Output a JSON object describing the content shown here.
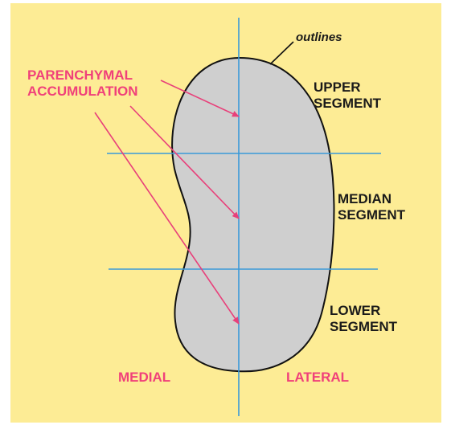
{
  "labels": {
    "outlines": "outlines",
    "parenchymal_1": "PARENCHYMAL",
    "parenchymal_2": "ACCUMULATION",
    "upper_1": "UPPER",
    "upper_2": "SEGMENT",
    "median_1": "MEDIAN",
    "median_2": "SEGMENT",
    "lower_1": "LOWER",
    "lower_2": "SEGMENT",
    "medial": "MEDIAL",
    "lateral": "LATERAL"
  },
  "colors": {
    "background": "#fdec95",
    "kidney_fill": "#cfcfcf",
    "kidney_outline": "#111111",
    "grid_lines": "#3a9ad9",
    "arrows": "#e8407a",
    "pink_text": "#f0407a",
    "black_text": "#1a1a1a"
  }
}
